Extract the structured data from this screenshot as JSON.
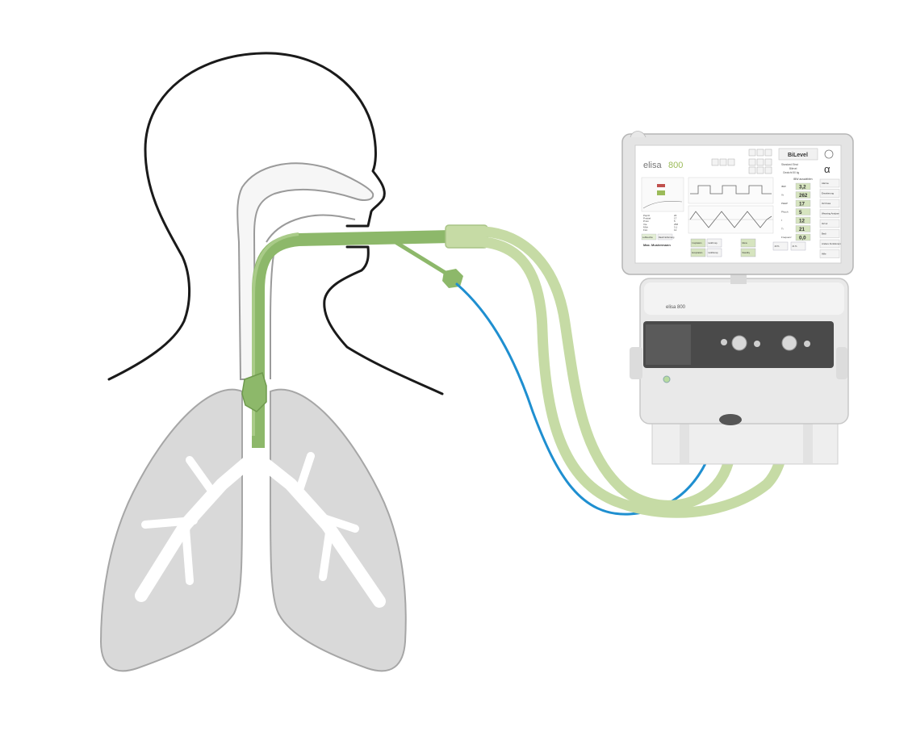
{
  "colors": {
    "outline": "#1a1a1a",
    "airway_gray": "#9a9a9a",
    "lung_fill": "#d9d9d9",
    "lung_stroke": "#a6a6a6",
    "tube_dark_green": "#8db86a",
    "tube_light_green": "#c6dba5",
    "sensor_blue": "#1f8fd0",
    "device_body": "#e6e6e6",
    "device_panel": "#4a4a4a",
    "screen_accent": "#9bbb59"
  },
  "monitor": {
    "brand": "elisa",
    "model": "800",
    "mode": "BiLevel",
    "alpha_symbol": "α",
    "mode_sub_a": "Standard Einst",
    "mode_sub_b": "Bilevel",
    "mode_sub_c": "Gewicht 50 kg",
    "values_header": "IBW auswählen",
    "readings": [
      {
        "label": "IBW",
        "value": "3,2"
      },
      {
        "label": "Vt",
        "value": "262"
      },
      {
        "label": "PEEP",
        "value": "17"
      },
      {
        "label": "Phoch",
        "value": "5"
      },
      {
        "label": "f",
        "value": "12"
      },
      {
        "label": "Ti",
        "value": "21"
      },
      {
        "label": "Frequenz",
        "value": "0,0"
      }
    ],
    "right_buttons": [
      "Alarme",
      "Erweiterung",
      "O2 Fluss",
      "Weaning Analyse",
      "O2 Hi",
      "Bedi",
      "Andere Funktionen",
      "Hilfe"
    ],
    "left_list": [
      {
        "label": "Pspitz",
        "value": "20"
      },
      {
        "label": "Pmittel",
        "value": "17"
      },
      {
        "label": "Pmin",
        "value": "5"
      },
      {
        "label": "Vte",
        "value": "258"
      },
      {
        "label": "MVe",
        "value": "3,1"
      },
      {
        "label": "Ftot",
        "value": "12"
      }
    ],
    "left_btn_a": "Luftfeuchte",
    "left_btn_b": "Rauch Entfernung",
    "patient_label": "Max. Mustermann",
    "bottom_buttons": [
      "Inspiration",
      "Hold Insp.",
      "Exspiration",
      "Hold Exsp.",
      "Menu",
      "Standby",
      "40 %",
      "21 %"
    ]
  },
  "device": {
    "body_label": "elisa 800"
  }
}
